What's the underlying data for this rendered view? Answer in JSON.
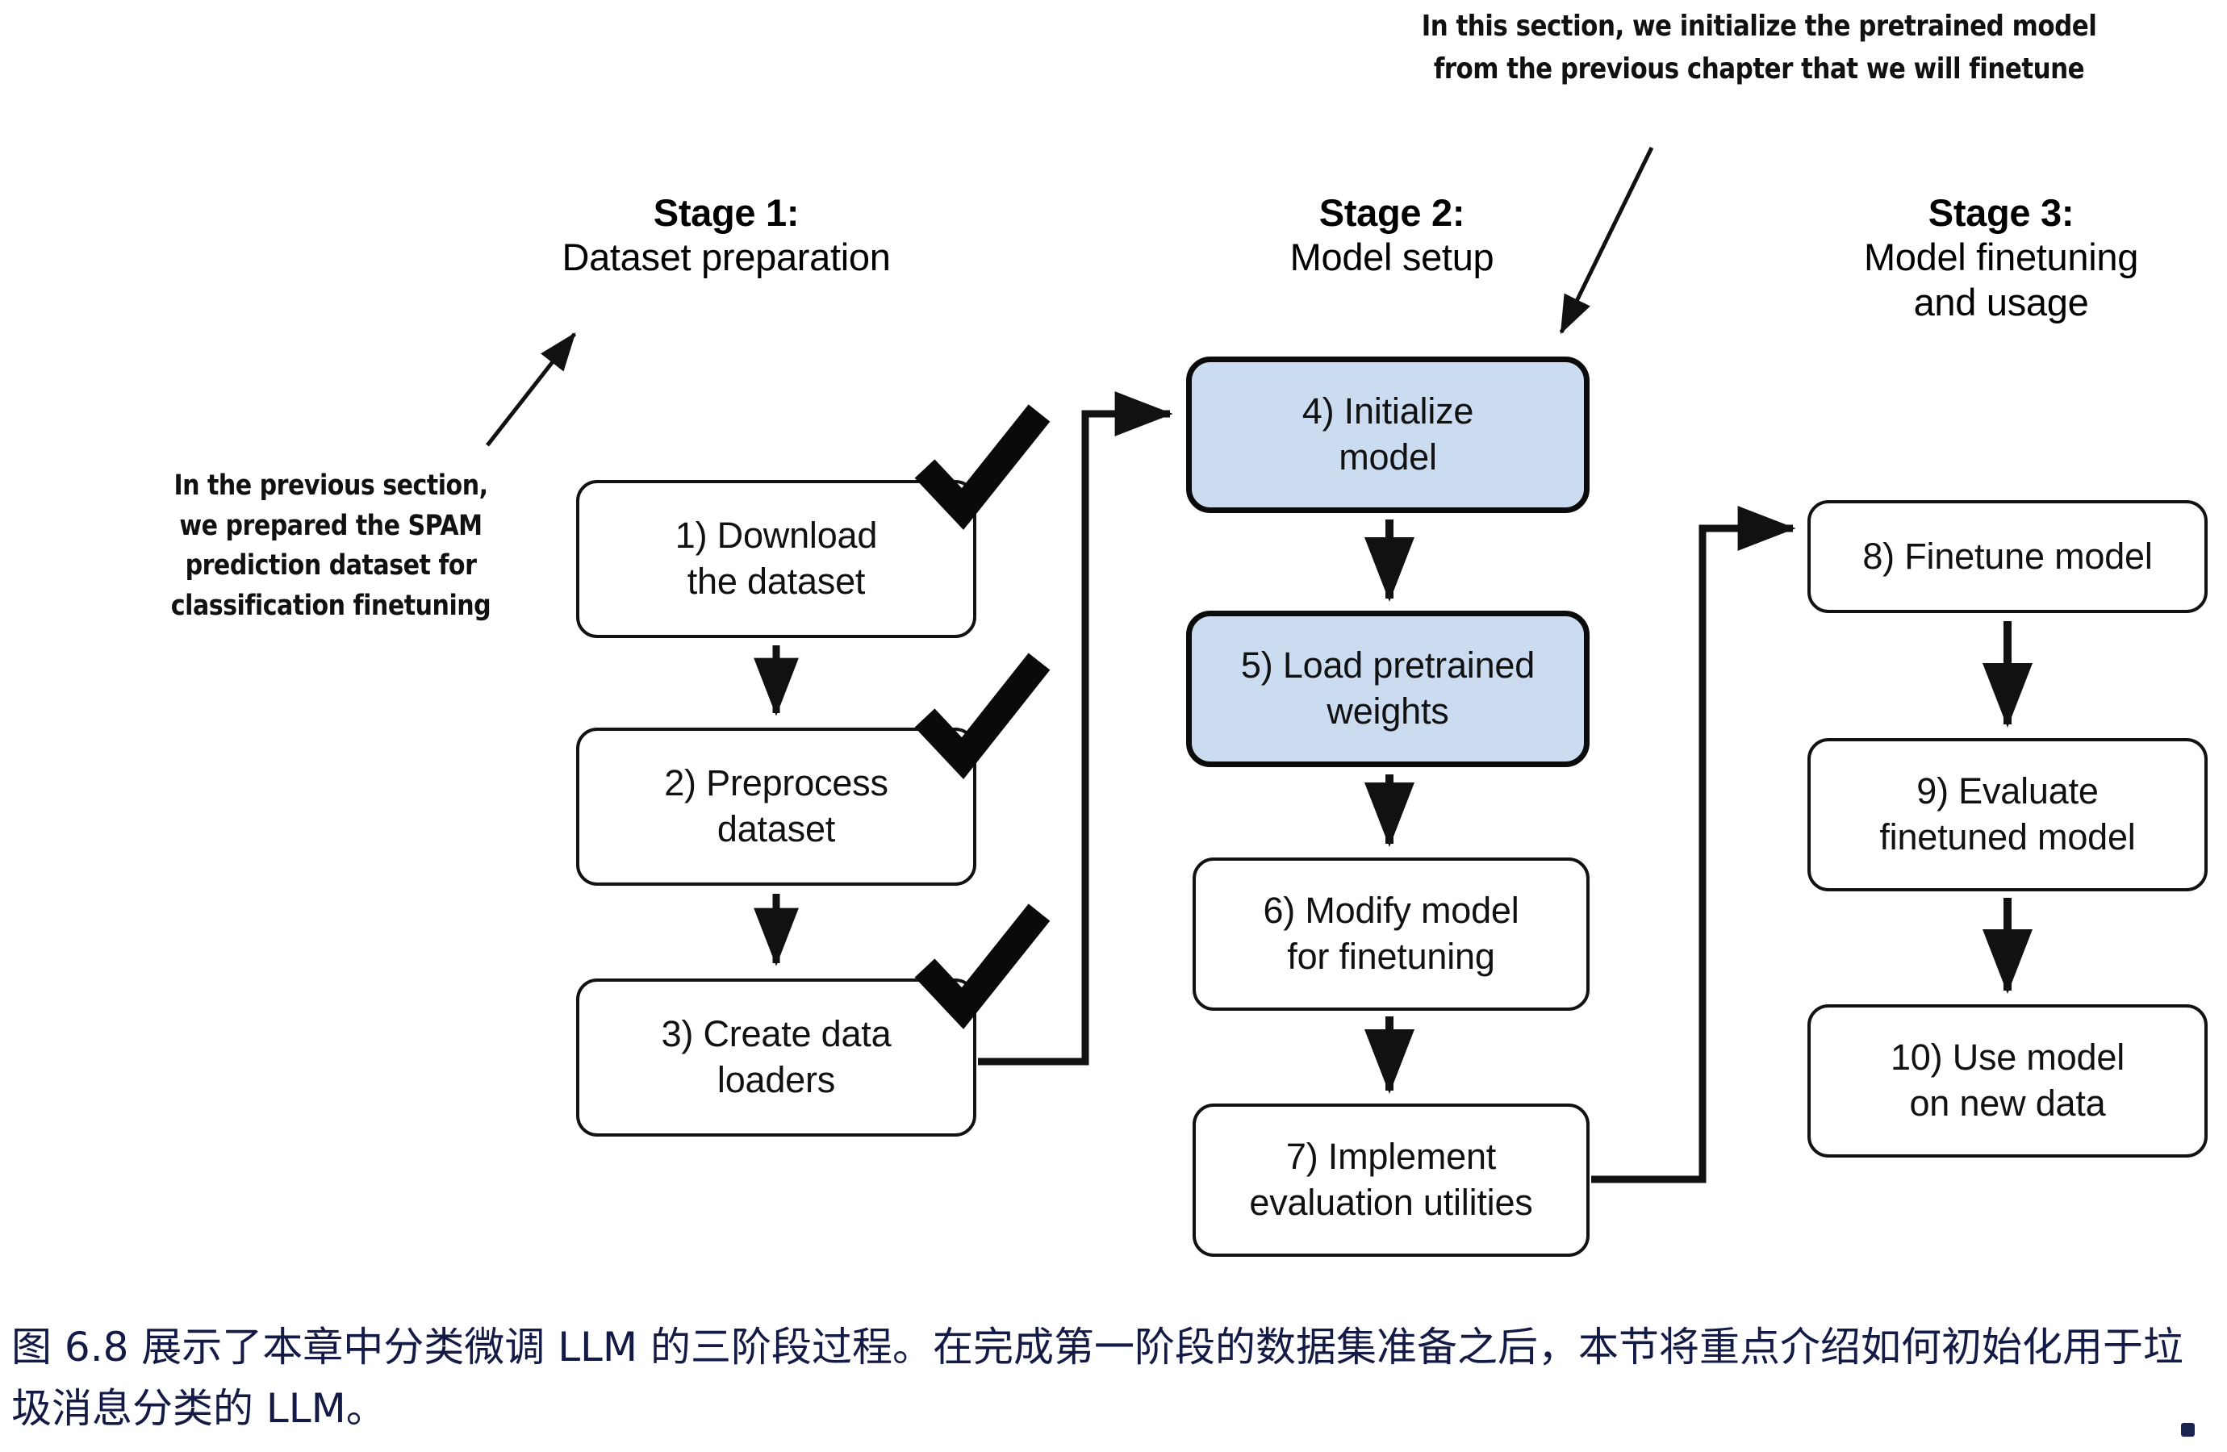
{
  "stages": [
    {
      "id": "stage-1",
      "line1": "Stage 1:",
      "line2": "Dataset preparation",
      "line3": ""
    },
    {
      "id": "stage-2",
      "line1": "Stage 2:",
      "line2": "Model setup",
      "line3": ""
    },
    {
      "id": "stage-3",
      "line1": "Stage 3:",
      "line2": "Model finetuning",
      "line3": "and usage"
    }
  ],
  "boxes": {
    "b1": "1) Download\nthe dataset",
    "b2": "2) Preprocess\ndataset",
    "b3": "3) Create data\nloaders",
    "b4": "4) Initialize\nmodel",
    "b5": "5) Load pretrained\nweights",
    "b6": "6) Modify model\nfor finetuning",
    "b7": "7) Implement\nevaluation utilities",
    "b8": "8) Finetune model",
    "b9": "9) Evaluate\nfinetuned model",
    "b10": "10) Use model\non new data"
  },
  "notes": {
    "left": "In the previous section,\nwe prepared the SPAM\nprediction dataset for\nclassification finetuning",
    "right": "In this section, we initialize the pretrained model\nfrom the previous chapter that we will finetune"
  },
  "caption": "图 6.8 展示了本章中分类微调 LLM 的三阶段过程。在完成第一阶段的数据集准备之后，本节将重点介绍如何初始化用于垃圾消息分类的 LLM。",
  "colors": {
    "highlight_fill": "#cbdcf0",
    "stroke": "#111111",
    "caption_text": "#131a45"
  },
  "icons": {
    "check": "checkmark-icon",
    "arrow": "arrow-icon"
  }
}
